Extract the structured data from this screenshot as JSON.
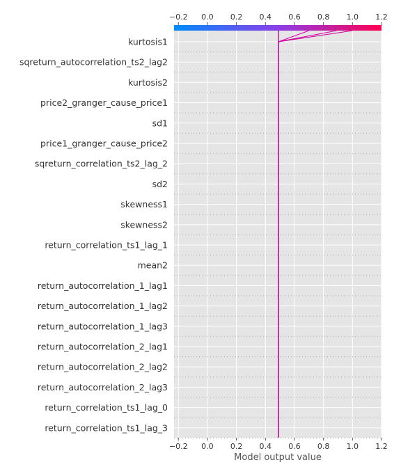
{
  "chart_data": {
    "type": "line",
    "subtype": "decision-plot",
    "xlabel": "Model output value",
    "xlim": [
      -0.23,
      1.2
    ],
    "xticks": [
      -0.2,
      0.0,
      0.2,
      0.4,
      0.6,
      0.8,
      1.0,
      1.2
    ],
    "xtick_labels": [
      "−0.2",
      "0.0",
      "0.2",
      "0.4",
      "0.6",
      "0.8",
      "1.0",
      "1.2"
    ],
    "base_value": 0.49,
    "grid": true,
    "colorbar": {
      "position": "top",
      "colors": [
        "#008bfb",
        "#8a3ee8",
        "#ff0052"
      ]
    },
    "features": [
      "kurtosis1",
      "sqreturn_autocorrelation_ts2_lag2",
      "kurtosis2",
      "price2_granger_cause_price1",
      "sd1",
      "price1_granger_cause_price2",
      "sqreturn_correlation_ts2_lag_2",
      "sd2",
      "skewness1",
      "skewness2",
      "return_correlation_ts1_lag_1",
      "mean2",
      "return_autocorrelation_1_lag1",
      "return_autocorrelation_1_lag2",
      "return_autocorrelation_1_lag3",
      "return_autocorrelation_2_lag1",
      "return_autocorrelation_2_lag2",
      "return_autocorrelation_2_lag3",
      "return_correlation_ts1_lag_0",
      "return_correlation_ts1_lag_3"
    ],
    "series": [
      {
        "color": "#cc0099",
        "points": [
          0.49,
          0.49,
          0.49,
          0.49,
          0.49,
          0.49,
          0.49,
          0.49,
          0.49,
          0.49,
          0.49,
          0.49,
          0.49,
          0.49,
          0.49,
          0.49,
          0.49,
          0.49,
          0.49,
          0.49,
          0.49,
          1.0
        ]
      },
      {
        "color": "#dd00aa",
        "points": [
          0.49,
          0.49,
          0.49,
          0.49,
          0.49,
          0.49,
          0.49,
          0.49,
          0.49,
          0.49,
          0.49,
          0.49,
          0.49,
          0.49,
          0.49,
          0.49,
          0.49,
          0.49,
          0.49,
          0.49,
          0.49,
          0.7
        ]
      },
      {
        "color": "#d0009f",
        "points": [
          0.49,
          0.49,
          0.49,
          0.49,
          0.49,
          0.49,
          0.49,
          0.49,
          0.49,
          0.49,
          0.49,
          0.49,
          0.49,
          0.49,
          0.49,
          0.49,
          0.49,
          0.49,
          0.49,
          0.49,
          0.49,
          0.89
        ]
      },
      {
        "color": "#c8009b",
        "points": [
          0.49,
          0.49,
          0.49,
          0.49,
          0.49,
          0.49,
          0.49,
          0.49,
          0.49,
          0.49,
          0.49,
          0.49,
          0.49,
          0.49,
          0.49,
          0.49,
          0.49,
          0.49,
          0.49,
          0.49,
          0.49,
          0.49
        ]
      },
      {
        "color": "#c000a0",
        "points": [
          0.49,
          0.49,
          0.49,
          0.49,
          0.49,
          0.49,
          0.49,
          0.49,
          0.49,
          0.49,
          0.49,
          0.49,
          0.49,
          0.49,
          0.49,
          0.49,
          0.49,
          0.49,
          0.49,
          0.49,
          0.49,
          0.49
        ]
      }
    ]
  }
}
